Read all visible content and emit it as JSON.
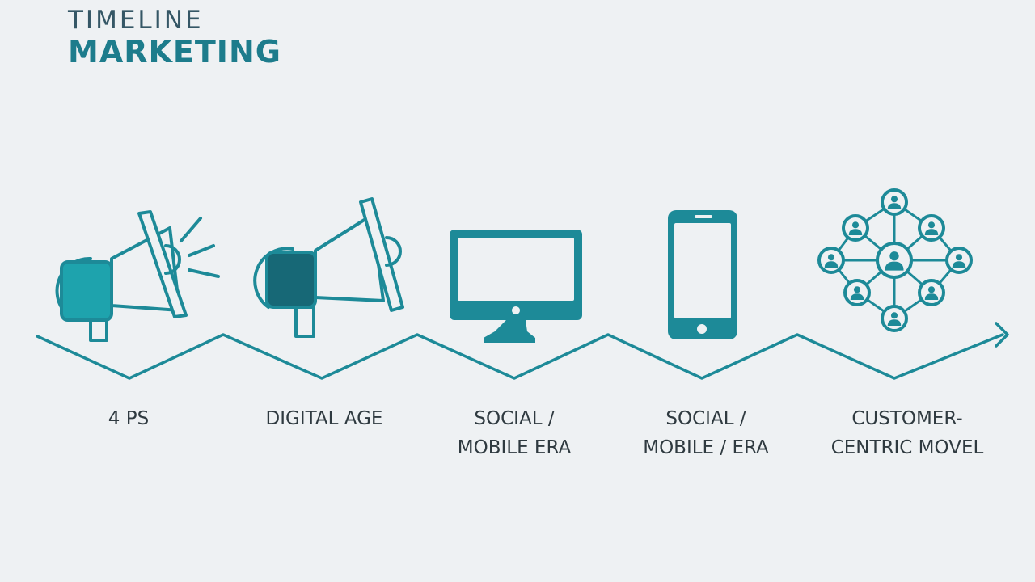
{
  "title": {
    "line1": "TIMELINE",
    "line2": "MARKETING"
  },
  "colors": {
    "teal": "#1d8a98",
    "teal_dark": "#176876",
    "teal_fill": "#1ea3ad",
    "background": "#eef1f3",
    "text": "#2f3a40"
  },
  "stages": [
    {
      "icon": "megaphone-icon",
      "lines": [
        "4 PS"
      ]
    },
    {
      "icon": "megaphone-icon",
      "lines": [
        "DIGITAL AGE"
      ]
    },
    {
      "icon": "desktop-monitor-icon",
      "lines": [
        "SOCIAL /",
        "MOBILE ERA"
      ]
    },
    {
      "icon": "smartphone-icon",
      "lines": [
        "SOCIAL /",
        "MOBILE / ERA"
      ]
    },
    {
      "icon": "customer-network-icon",
      "lines": [
        "CUSTOMER-",
        "CENTRIC MOVEL"
      ]
    }
  ]
}
